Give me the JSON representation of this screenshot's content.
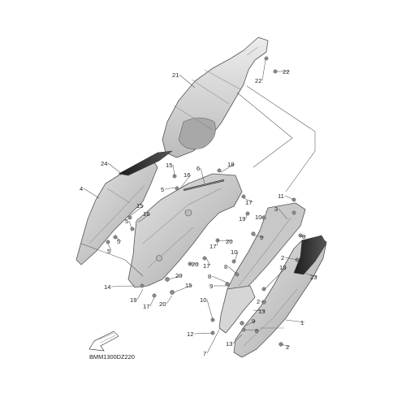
{
  "diagram_code": "BMM1300DZ220",
  "callouts": [
    {
      "id": "c21a",
      "text": "21"
    },
    {
      "id": "c22a",
      "text": "22"
    },
    {
      "id": "c22b",
      "text": "22"
    },
    {
      "id": "c24",
      "text": "24"
    },
    {
      "id": "c4",
      "text": "4"
    },
    {
      "id": "c15a",
      "text": "15"
    },
    {
      "id": "c6",
      "text": "6"
    },
    {
      "id": "c18",
      "text": "18"
    },
    {
      "id": "c16a",
      "text": "16"
    },
    {
      "id": "c5a",
      "text": "5"
    },
    {
      "id": "c15b",
      "text": "15"
    },
    {
      "id": "c16b",
      "text": "16"
    },
    {
      "id": "c5b",
      "text": "5"
    },
    {
      "id": "c5c",
      "text": "5"
    },
    {
      "id": "c5d",
      "text": "5"
    },
    {
      "id": "c17a",
      "text": "17"
    },
    {
      "id": "c19a",
      "text": "19"
    },
    {
      "id": "c20a",
      "text": "20"
    },
    {
      "id": "c11",
      "text": "11"
    },
    {
      "id": "c3",
      "text": "3"
    },
    {
      "id": "c10a",
      "text": "10"
    },
    {
      "id": "c9a",
      "text": "9"
    },
    {
      "id": "c8a",
      "text": "8"
    },
    {
      "id": "c20b",
      "text": "20"
    },
    {
      "id": "c17b",
      "text": "17"
    },
    {
      "id": "c17c",
      "text": "17"
    },
    {
      "id": "c10b",
      "text": "10"
    },
    {
      "id": "c8b",
      "text": "8"
    },
    {
      "id": "c2a",
      "text": "2"
    },
    {
      "id": "c13a",
      "text": "13"
    },
    {
      "id": "c23",
      "text": "23"
    },
    {
      "id": "c14",
      "text": "14"
    },
    {
      "id": "c20c",
      "text": "20"
    },
    {
      "id": "c15c",
      "text": "15"
    },
    {
      "id": "c19b",
      "text": "19"
    },
    {
      "id": "c17d",
      "text": "17"
    },
    {
      "id": "c20d",
      "text": "20"
    },
    {
      "id": "c8c",
      "text": "8"
    },
    {
      "id": "c9b",
      "text": "9"
    },
    {
      "id": "c10c",
      "text": "10"
    },
    {
      "id": "c2b",
      "text": "2"
    },
    {
      "id": "c13b",
      "text": "13"
    },
    {
      "id": "c9c",
      "text": "9"
    },
    {
      "id": "c8d",
      "text": "8"
    },
    {
      "id": "c1",
      "text": "1"
    },
    {
      "id": "c12",
      "text": "12"
    },
    {
      "id": "c7",
      "text": "7"
    },
    {
      "id": "c13c",
      "text": "13"
    },
    {
      "id": "c2c",
      "text": "2"
    }
  ]
}
